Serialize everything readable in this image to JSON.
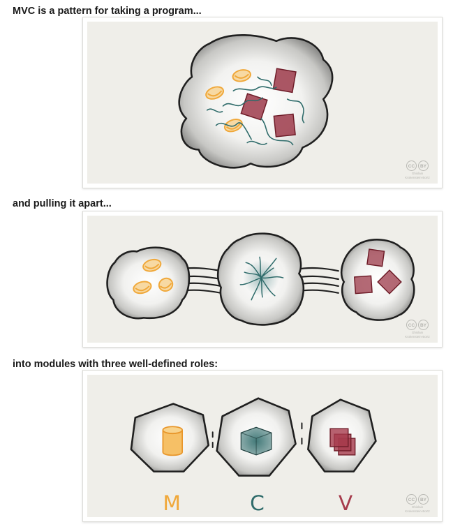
{
  "captions": [
    "MVC is a pattern for taking a program...",
    "and pulling it apart...",
    "into modules with three well-defined roles:"
  ],
  "roles": {
    "model": "M",
    "controller": "C",
    "view": "V"
  },
  "license": {
    "cc": "CC",
    "by": "BY",
    "attribution_line1": "Ghislain",
    "attribution_line2": "Krokenstein-Bortz"
  },
  "colors": {
    "model": "#f0a83a",
    "controller": "#2e6b6a",
    "view": "#8e2635",
    "outline": "#1f1f1f",
    "background": "#efeee9"
  }
}
